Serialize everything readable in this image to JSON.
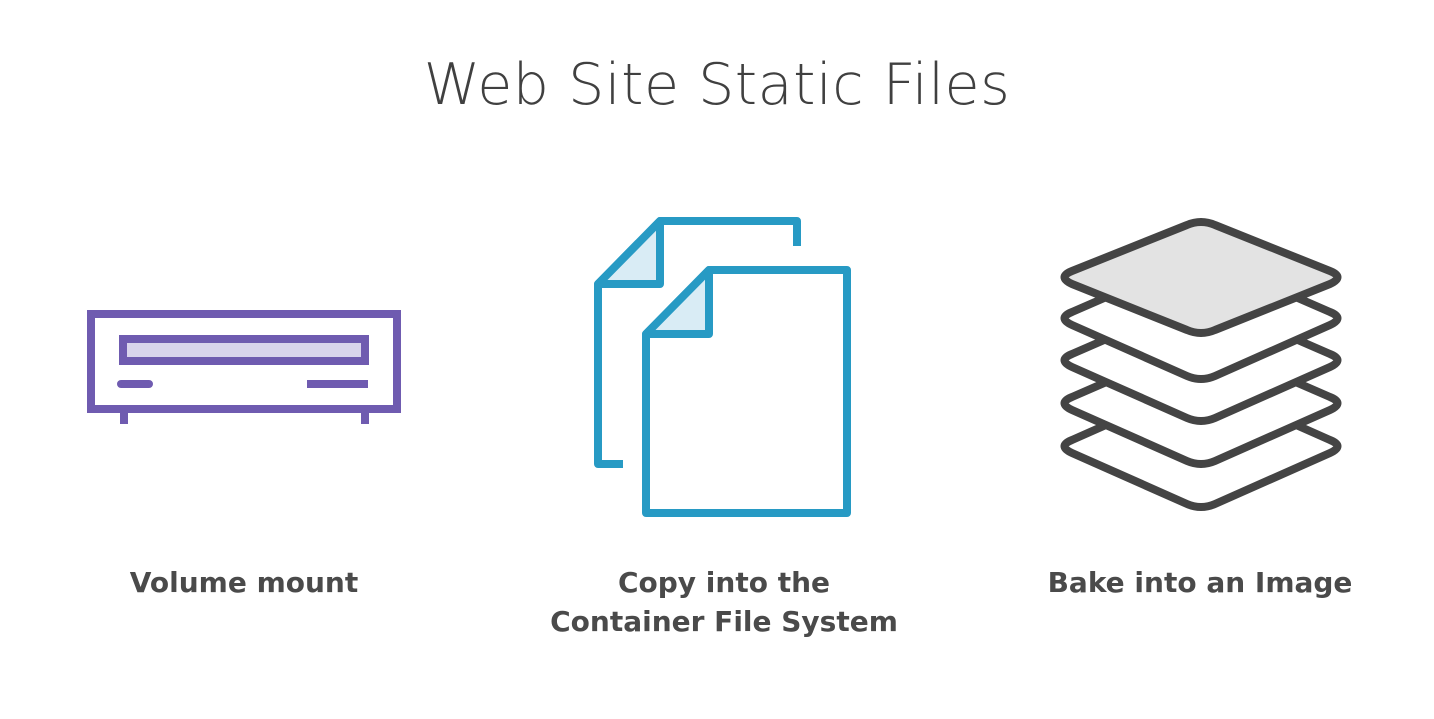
{
  "title": "Web Site Static Files",
  "options": [
    {
      "icon": "drive-icon",
      "label_lines": [
        "Volume mount"
      ],
      "color": "#6f5bb0"
    },
    {
      "icon": "documents-icon",
      "label_lines": [
        "Copy into the",
        "Container File System"
      ],
      "color": "#279ac4"
    },
    {
      "icon": "layers-icon",
      "label_lines": [
        "Bake into an Image"
      ],
      "color": "#444444"
    }
  ],
  "colors": {
    "title": "#404040",
    "label": "#4a4a4a",
    "drive_fill": "#d9d4ec",
    "document_fold": "#d9ecf5",
    "layer_top_fill": "#e3e3e3"
  }
}
